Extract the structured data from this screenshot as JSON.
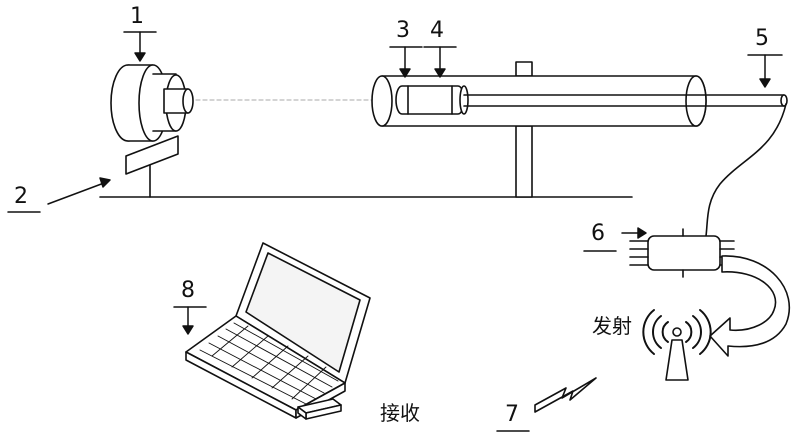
{
  "labels": {
    "n1": "1",
    "n2": "2",
    "n3": "3",
    "n4": "4",
    "n5": "5",
    "n6": "6",
    "n7": "7",
    "n8": "8",
    "transmit": "发射",
    "receive": "接收"
  },
  "colors": {
    "stroke": "#111111",
    "fill": "#ffffff",
    "beam": "#bbbbbb"
  }
}
